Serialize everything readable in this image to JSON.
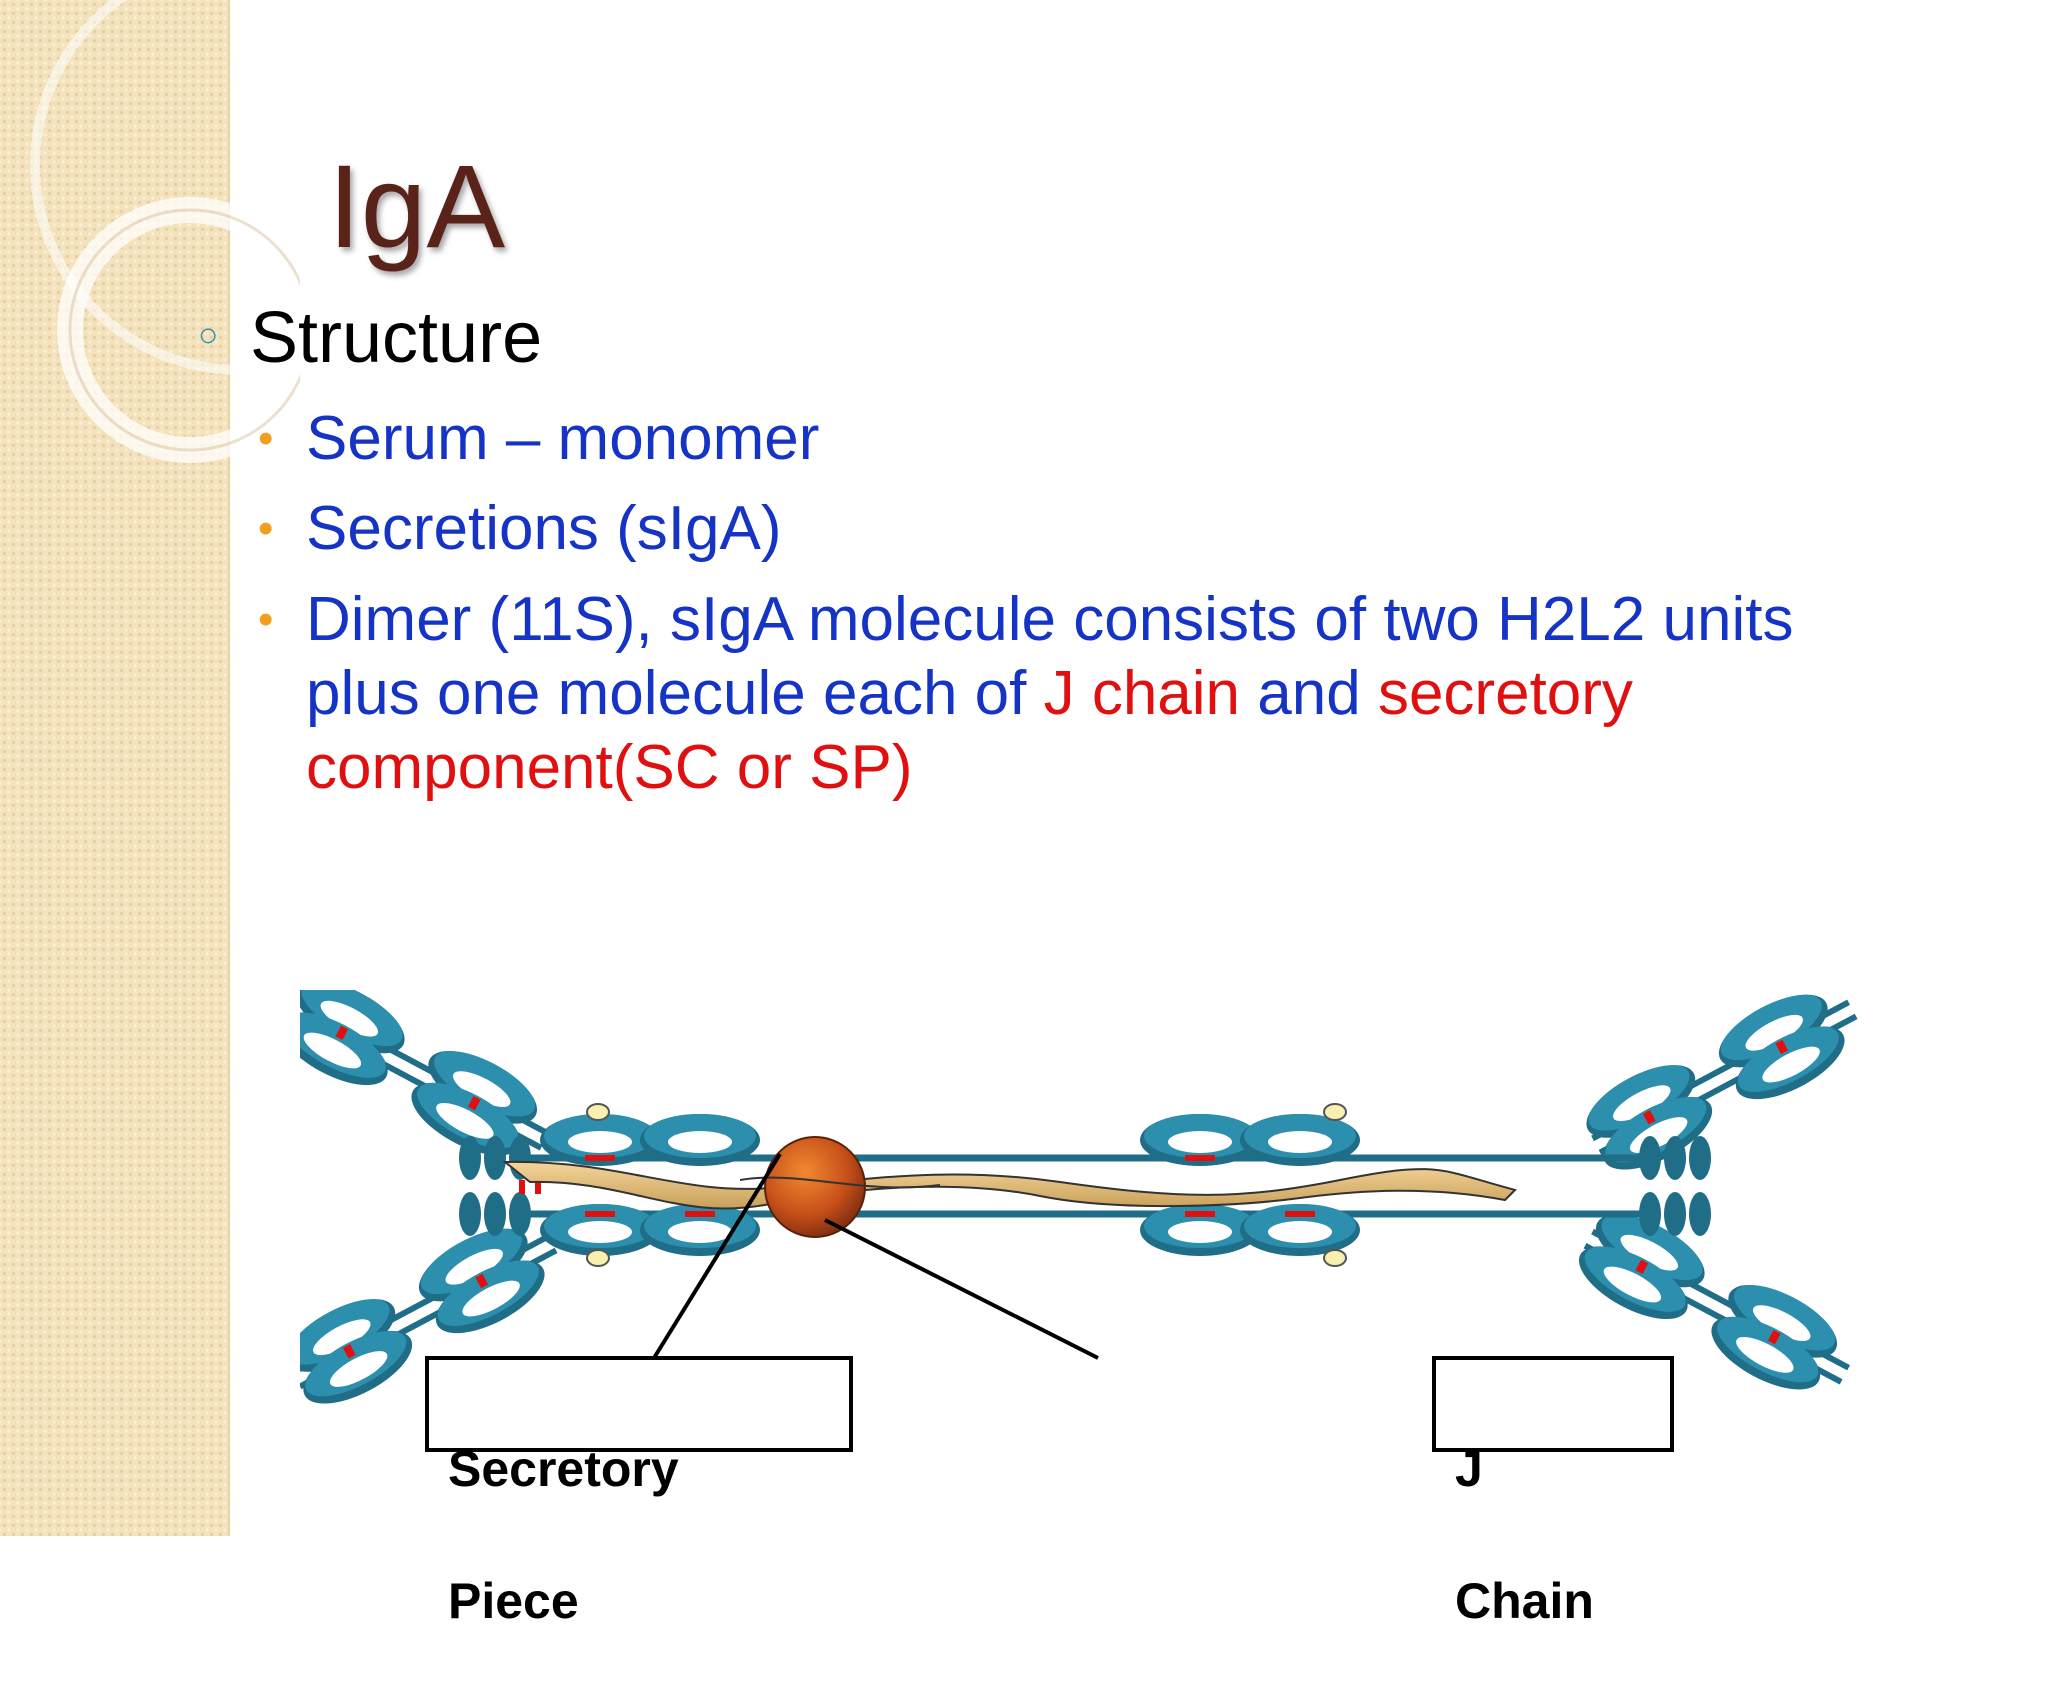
{
  "slide": {
    "title": "IgA",
    "level1": "Structure",
    "bullets": [
      {
        "parts": [
          {
            "text": "Serum – monomer",
            "color": "#1533c4"
          }
        ]
      },
      {
        "parts": [
          {
            "text": "Secretions (sIgA)",
            "color": "#1533c4"
          }
        ]
      },
      {
        "line1": "Dimer (11S), sIgA molecule consists of two H2L2 units",
        "line2_a": "plus one molecule each of ",
        "line2_b": "J chain",
        "line2_c": " and ",
        "line2_d": "secretory",
        "line3": "component(SC or SP)"
      }
    ],
    "colors": {
      "title": "#5a231a",
      "blue_text": "#1533c4",
      "red_text": "#e01010",
      "bullet": "#f0a020",
      "sub_bullet": "#3c8fa6",
      "sidebar": "#f3e2bc"
    }
  },
  "diagram": {
    "label_secretory_line1": "Secretory",
    "label_secretory_line2": "Piece",
    "label_j_line1": "J",
    "label_j_line2": "Chain"
  }
}
